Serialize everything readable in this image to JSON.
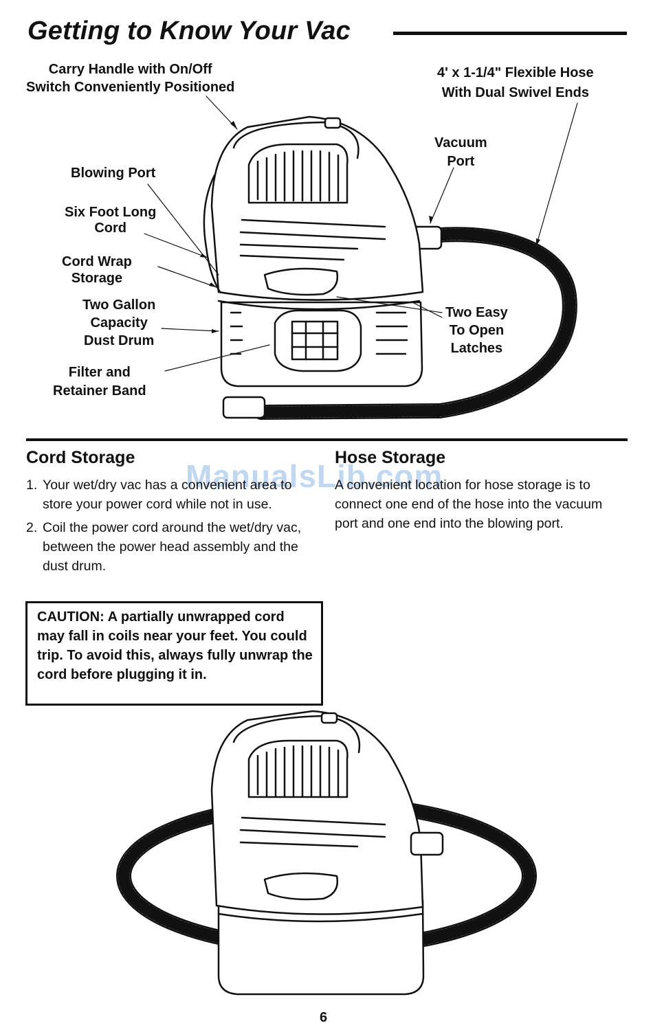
{
  "page": {
    "title": "Getting to Know Your Vac",
    "page_number": "6",
    "watermark": "ManualsLib.com"
  },
  "diagram": {
    "callouts": {
      "carry_handle": [
        "Carry Handle with On/Off",
        "Switch Conveniently Positioned"
      ],
      "flexible_hose": [
        "4' x 1-1/4\" Flexible Hose",
        "With Dual Swivel Ends"
      ],
      "vacuum_port": [
        "Vacuum",
        "Port"
      ],
      "blowing_port": [
        "Blowing Port"
      ],
      "cord": [
        "Six Foot Long",
        "Cord"
      ],
      "cord_wrap": [
        "Cord Wrap",
        "Storage"
      ],
      "dust_drum": [
        "Two Gallon",
        "Capacity",
        "Dust Drum"
      ],
      "latches": [
        "Two Easy",
        "To Open",
        "Latches"
      ],
      "filter": [
        "Filter and",
        "Retainer Band"
      ]
    }
  },
  "cord_storage": {
    "heading": "Cord Storage",
    "steps": [
      {
        "num": "1.",
        "text": "Your wet/dry vac has a convenient area to store your power cord while not in use."
      },
      {
        "num": "2.",
        "text": "Coil the power cord around the wet/dry vac, between the power head assembly and the dust drum."
      }
    ],
    "caution": "CAUTION: A partially unwrapped cord may fall in coils near your feet. You could trip. To avoid this, always fully unwrap the cord before plugging it in."
  },
  "hose_storage": {
    "heading": "Hose Storage",
    "text": "A convenient location for hose storage is to connect one end of the hose into the vacuum port and one end into the blowing port."
  }
}
